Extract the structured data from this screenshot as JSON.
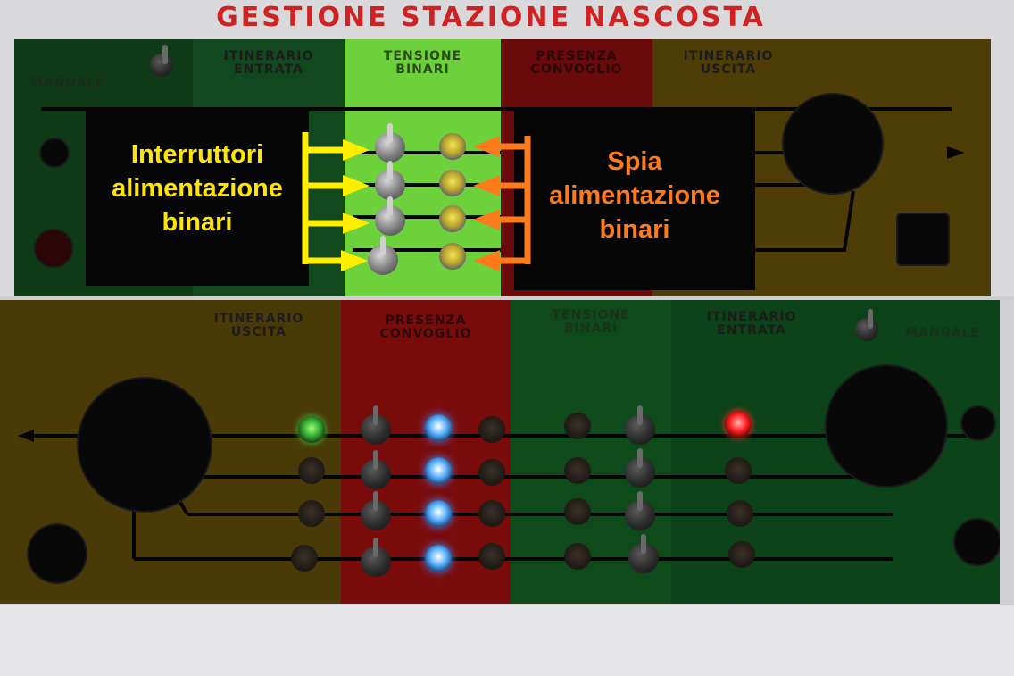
{
  "title": "GESTIONE STAZIONE NASCOSTA",
  "top_panel": {
    "zones": [
      {
        "key": "manuale",
        "label": "MANUALE"
      },
      {
        "key": "itin_entrata",
        "label": "ITINERARIO\nENTRATA"
      },
      {
        "key": "tensione",
        "label": "TENSIONE\nBINARI"
      },
      {
        "key": "presenza",
        "label": "PRESENZA\nCONVOGLIO"
      },
      {
        "key": "itin_uscita",
        "label": "ITINERARIO\nUSCITA"
      }
    ],
    "callout_left": "Interruttori\nalimentazione\nbinari",
    "callout_right": "Spia\nalimentazione\nbinari"
  },
  "bottom_panel": {
    "zones": [
      {
        "key": "itin_uscita",
        "label": "ITINERARIO\nUSCITA"
      },
      {
        "key": "presenza",
        "label": "PRESENZA\nCONVOGLIO"
      },
      {
        "key": "tensione",
        "label": "TENSIONE\nBINARI"
      },
      {
        "key": "itin_entrata",
        "label": "ITINERARIO\nENTRATA"
      },
      {
        "key": "manuale",
        "label": "MANUALE"
      }
    ]
  },
  "colors": {
    "title": "#cf2222",
    "callout_left_text": "#ffe600",
    "callout_right_text": "#ff7a1a",
    "arrow_left": "#ffee00",
    "arrow_right": "#ff7a1a",
    "zone_green_dark": "#0f4a1c",
    "zone_green_light": "#6dd13c",
    "zone_red": "#8a0d0d",
    "zone_amber": "#5a4708"
  }
}
